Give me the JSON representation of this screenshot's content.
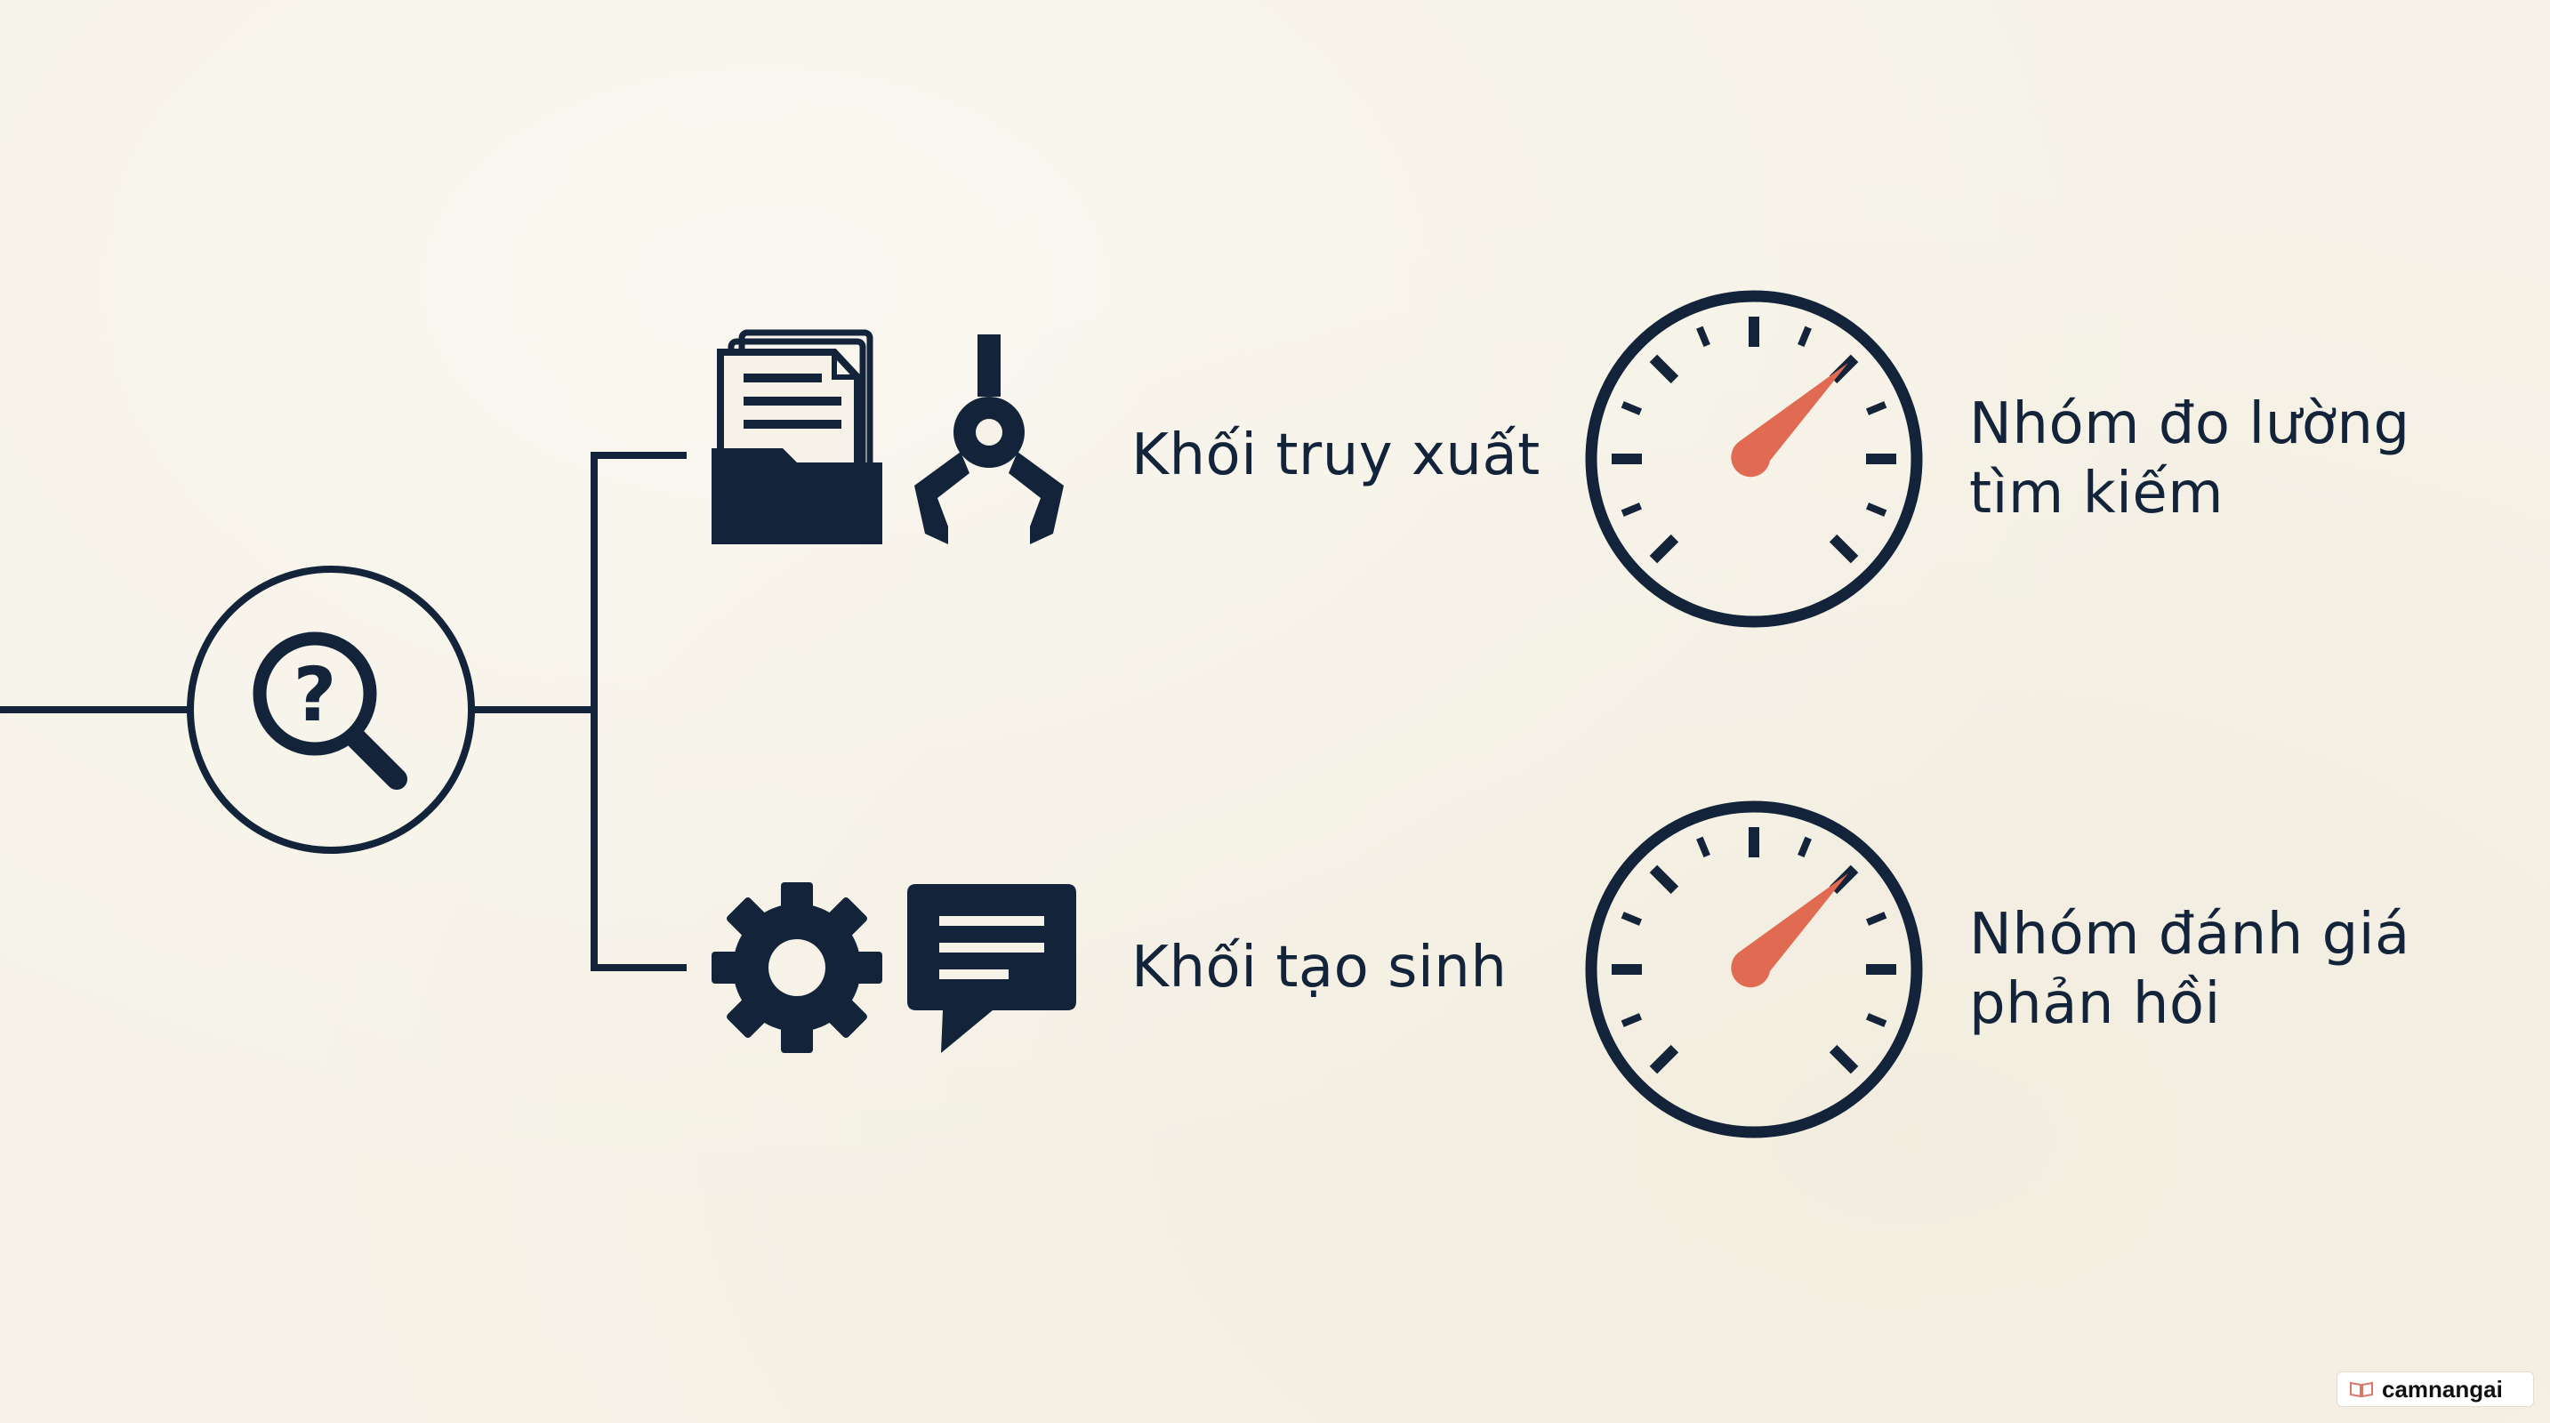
{
  "colors": {
    "background": "#f6f2e7",
    "ink": "#13243a",
    "accent": "#e06b52"
  },
  "query_node": {
    "icon": "question-magnifier-icon"
  },
  "blocks": [
    {
      "label": "Khối truy xuất",
      "icons": [
        "documents-folder-icon",
        "robotic-claw-icon"
      ]
    },
    {
      "label": "Khối tạo sinh",
      "icons": [
        "gear-icon",
        "chat-bubble-icon"
      ]
    }
  ],
  "metric_groups": [
    {
      "lines": [
        "Nhóm đo lường",
        "tìm kiếm"
      ],
      "icon": "gauge-icon"
    },
    {
      "lines": [
        "Nhóm đánh giá",
        "phản hồi"
      ],
      "icon": "gauge-icon"
    }
  ],
  "watermark": {
    "text": "camnangai",
    "icon": "book-icon"
  }
}
